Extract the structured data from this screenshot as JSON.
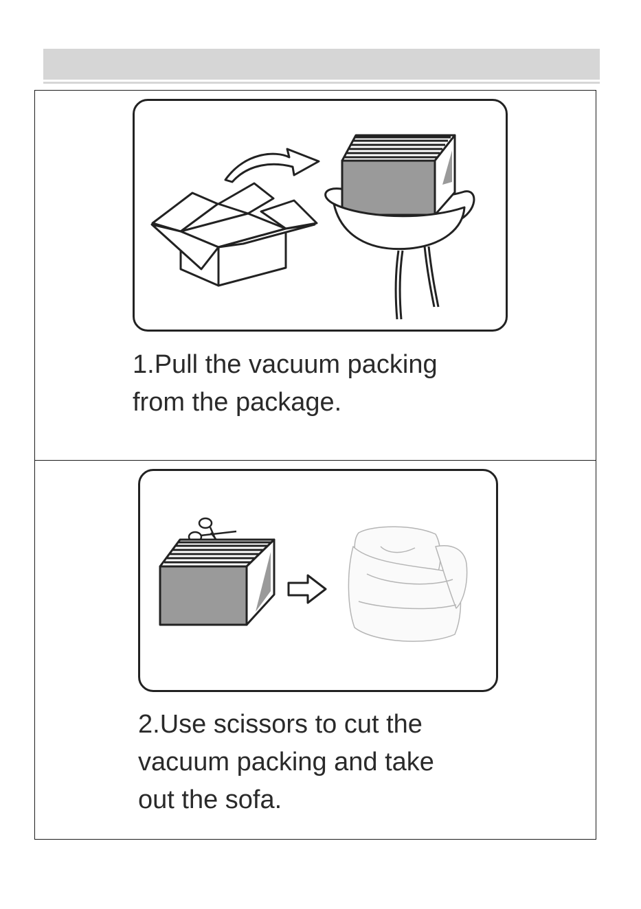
{
  "steps": [
    {
      "number": "1",
      "lines": [
        "1.Pull the vacuum packing",
        "from the package."
      ],
      "icons": [
        "open-box-icon",
        "curved-arrow-icon",
        "vacuum-pack-icon"
      ]
    },
    {
      "number": "2",
      "lines": [
        "2.Use scissors to cut the",
        "vacuum packing and take",
        "out the sofa."
      ],
      "icons": [
        "scissors-icon",
        "vacuum-pack-icon",
        "outline-arrow-icon",
        "sofa-icon"
      ]
    }
  ],
  "colors": {
    "header_bar": "#d6d6d6",
    "pack_gray": "#9a9a9a",
    "outline": "#222222",
    "text": "#2a2a2a"
  }
}
